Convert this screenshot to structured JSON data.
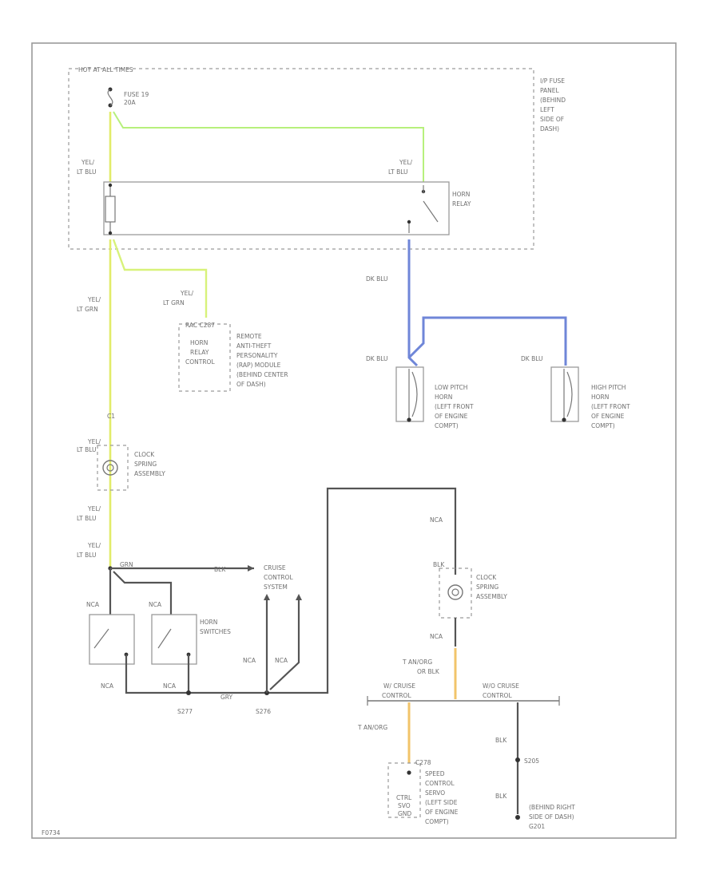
{
  "colors": {
    "yel_lt_blu": "#e2ec6a",
    "lt_grn": "#b7f07c",
    "yel_lt_grn": "#d8f27a",
    "dk_blu": "#6f86d8",
    "tan_org": "#f2c46a",
    "dark_wire": "#555555",
    "frame": "#9a9a9a"
  },
  "labels": {
    "hot_at_all_times": "HOT AT ALL TIMES",
    "fuse": "FUSE 19",
    "fuse_amp": "20A",
    "ip_fuse_panel": [
      "I/P FUSE",
      "PANEL",
      "(BEHIND",
      "LEFT",
      "SIDE OF",
      "DASH)"
    ],
    "relay_wire_left": [
      "YEL/",
      "LT BLU"
    ],
    "relay_wire_right": [
      "YEL/",
      "LT BLU"
    ],
    "horn_relay": [
      "HORN",
      "RELAY"
    ],
    "ltgrn_wire_1": [
      "YEL/",
      "LT GRN"
    ],
    "ltgrn_wire_2": [
      "YEL/",
      "LT GRN"
    ],
    "rac_connector": "RAC  C287",
    "horn_relay_control": [
      "HORN",
      "RELAY",
      "CONTROL"
    ],
    "remote_module": [
      "REMOTE",
      "ANTI-THEFT",
      "PERSONALITY",
      "(RAP) MODULE",
      "(BEHIND CENTER",
      "OF DASH)"
    ],
    "dk_blu_1": "DK BLU",
    "dk_blu_2": "DK BLU",
    "dk_blu_3": "DK BLU",
    "low_pitch_horn": [
      "LOW PITCH",
      "HORN",
      "(LEFT FRONT",
      "OF ENGINE",
      "COMPT)"
    ],
    "high_pitch_horn": [
      "HIGH PITCH",
      "HORN",
      "(LEFT FRONT",
      "OF ENGINE",
      "COMPT)"
    ],
    "clock_spring_1_wire_above": [
      "YEL/",
      "LT BLU"
    ],
    "clock_spring_1": [
      "CLOCK",
      "SPRING",
      "ASSEMBLY"
    ],
    "clock_spring_1_wire_below": [
      "YEL/",
      "LT BLU"
    ],
    "clock_spring_1_wire_below_2": [
      "YEL/",
      "LT BLU"
    ],
    "grn_label": "GRN",
    "blk_label": "BLK",
    "cruise_control_system": [
      "CRUISE",
      "CONTROL",
      "SYSTEM"
    ],
    "horn_switches": [
      "HORN",
      "SWITCHES"
    ],
    "nca_1": "NCA",
    "nca_2": "NCA",
    "nca_3": "NCA",
    "nca_4": "NCA",
    "nca_5": "NCA",
    "nca_6": "NCA",
    "gry_label": "GRY",
    "splice_1": "S277",
    "splice_2": "S276",
    "blk_clock_2": "BLK",
    "clock_spring_2": [
      "CLOCK",
      "SPRING",
      "ASSEMBLY"
    ],
    "tan_org_or_blk": [
      "T AN/ORG",
      "OR BLK"
    ],
    "w_cruise_control": [
      "W/ CRUISE",
      "CONTROL"
    ],
    "wo_cruise_control": [
      "W/O CRUISE",
      "CONTROL"
    ],
    "tan_org": "T AN/ORG",
    "speed_control_conn": "C278",
    "speed_control_servo": [
      "SPEED",
      "CONTROL",
      "SERVO",
      "(LEFT SIDE",
      "OF ENGINE",
      "COMPT)"
    ],
    "ctrl_servo": [
      "CTRL",
      "SVO",
      "GND"
    ],
    "blk_ground_1": "BLK",
    "ground_splice": "S205",
    "blk_ground_2": "BLK",
    "ground_location": [
      "(BEHIND RIGHT",
      "SIDE OF DASH)",
      "G201"
    ],
    "figure_id": "F0734"
  }
}
